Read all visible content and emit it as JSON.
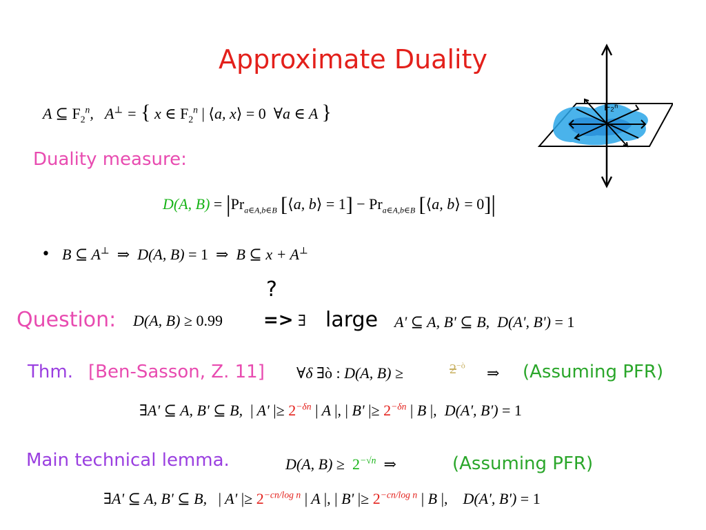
{
  "slide": {
    "title": "Approximate Duality",
    "definition_line": "A ⊆ F₂ⁿ ,  A^⊥ = { x ∈ F₂ⁿ | ⟨a, x⟩ = 0  ∀a ∈ A }",
    "duality_label": "Duality measure:",
    "measure_lhs": "D(A, B)",
    "measure_rhs": "= | Pr_{a∈A,b∈B} [ ⟨a, b⟩ = 1 ] − Pr_{a∈A,b∈B} [ ⟨a, b⟩ = 0 ] |",
    "bullet_glyph": "•",
    "bullet_math": "B ⊆ A^⊥  ⇒  D(A, B) = 1  ⇒  B ⊆ x + A^⊥",
    "question_mark": "?",
    "question_label": "Question:",
    "question_cond": "D(A, B) ≥ 0.99",
    "question_arrow": "=>",
    "exists_symbol": "∃",
    "large_word": "large",
    "question_target": "A' ⊆ A, B' ⊆ B,  D(A', B') = 1",
    "thm_label": "Thm.",
    "thm_citation": "[Ben-Sasson, Z. 11]",
    "thm_math": "∀δ ∃ò : D(A, B) ≥",
    "thm_garbled": "2⁻ò",
    "implies": "⇒",
    "assuming_pfr": "(Assuming PFR)",
    "thm_conclusion": "∃A' ⊆ A, B' ⊆ B,  | A' | ≥ 2^{−δn} | A |, | B' | ≥ 2^{−δn} | B |,  D(A', B') = 1",
    "lemma_label": "Main technical lemma.",
    "lemma_cond_lhs": "D(A, B) ≥",
    "lemma_cond_rhs": "2^{−√n}",
    "lemma_conclusion": "∃A' ⊆ A, B' ⊆ B,   | A' | ≥ 2^{−cn/log n} | A |, | B' | ≥ 2^{−cn/log n} | B |,   D(A', B') = 1",
    "figure_label": "F₂ⁿ"
  },
  "colors": {
    "title": "#e3201b",
    "duality_label": "#e84bb0",
    "question_label": "#e84bb0",
    "thm_label": "#9a3fe0",
    "citation": "#e84bb0",
    "assuming": "#2aa62a",
    "exponent_red": "#e3201b",
    "lhs_green": "#16b316",
    "figure_fill": "#2aa6e8"
  }
}
